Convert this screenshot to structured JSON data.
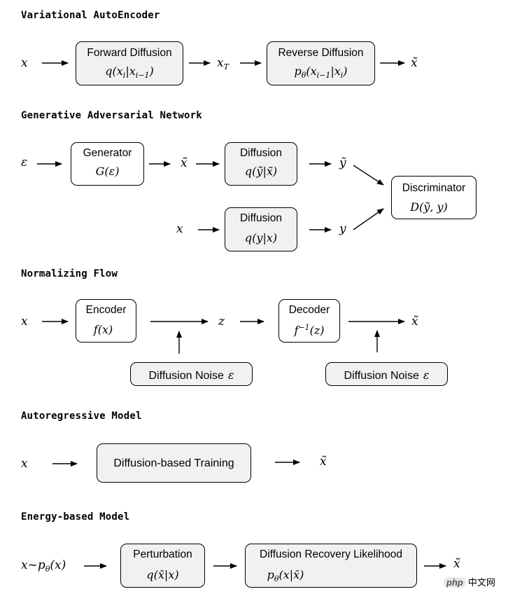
{
  "sections": {
    "vae": {
      "title": "Variational AutoEncoder",
      "input": "x",
      "box1": {
        "label": "Forward Diffusion",
        "eq": "q(x_i|x_{i-1})"
      },
      "mid": "x_T",
      "box2": {
        "label": "Reverse Diffusion",
        "eq": "p_θ(x_{i-1}|x_i)"
      },
      "output": "x̃"
    },
    "gan": {
      "title": "Generative Adversarial Network",
      "input": "ε",
      "generator": {
        "label": "Generator",
        "eq": "G(ε)"
      },
      "gen_out": "x̃",
      "diff1": {
        "label": "Diffusion",
        "eq": "q(ỹ|x̃)"
      },
      "diff1_out": "ỹ",
      "input2": "x",
      "diff2": {
        "label": "Diffusion",
        "eq": "q(y|x)"
      },
      "diff2_out": "y",
      "discriminator": {
        "label": "Discriminator",
        "eq": "D(ỹ, y)"
      }
    },
    "nf": {
      "title": "Normalizing Flow",
      "input": "x",
      "encoder": {
        "label": "Encoder",
        "eq": "f(x)"
      },
      "latent": "z",
      "decoder": {
        "label": "Decoder",
        "eq": "f^{-1}(z)"
      },
      "output": "x̃",
      "noise1": {
        "label": "Diffusion Noise",
        "eps": "ε"
      },
      "noise2": {
        "label": "Diffusion Noise",
        "eps": "ε"
      }
    },
    "ar": {
      "title": "Autoregressive Model",
      "input": "x",
      "box": {
        "label": "Diffusion-based Training"
      },
      "output": "x̃"
    },
    "ebm": {
      "title": "Energy-based Model",
      "input": "x~p_θ(x)",
      "perturb": {
        "label": "Perturbation",
        "eq": "q(x̄|x)"
      },
      "recovery": {
        "label": "Diffusion Recovery Likelihood",
        "eq": "p_θ(x|x̄)"
      },
      "output": "x̃"
    }
  },
  "watermark": {
    "logo": "php",
    "text": "中文网"
  }
}
